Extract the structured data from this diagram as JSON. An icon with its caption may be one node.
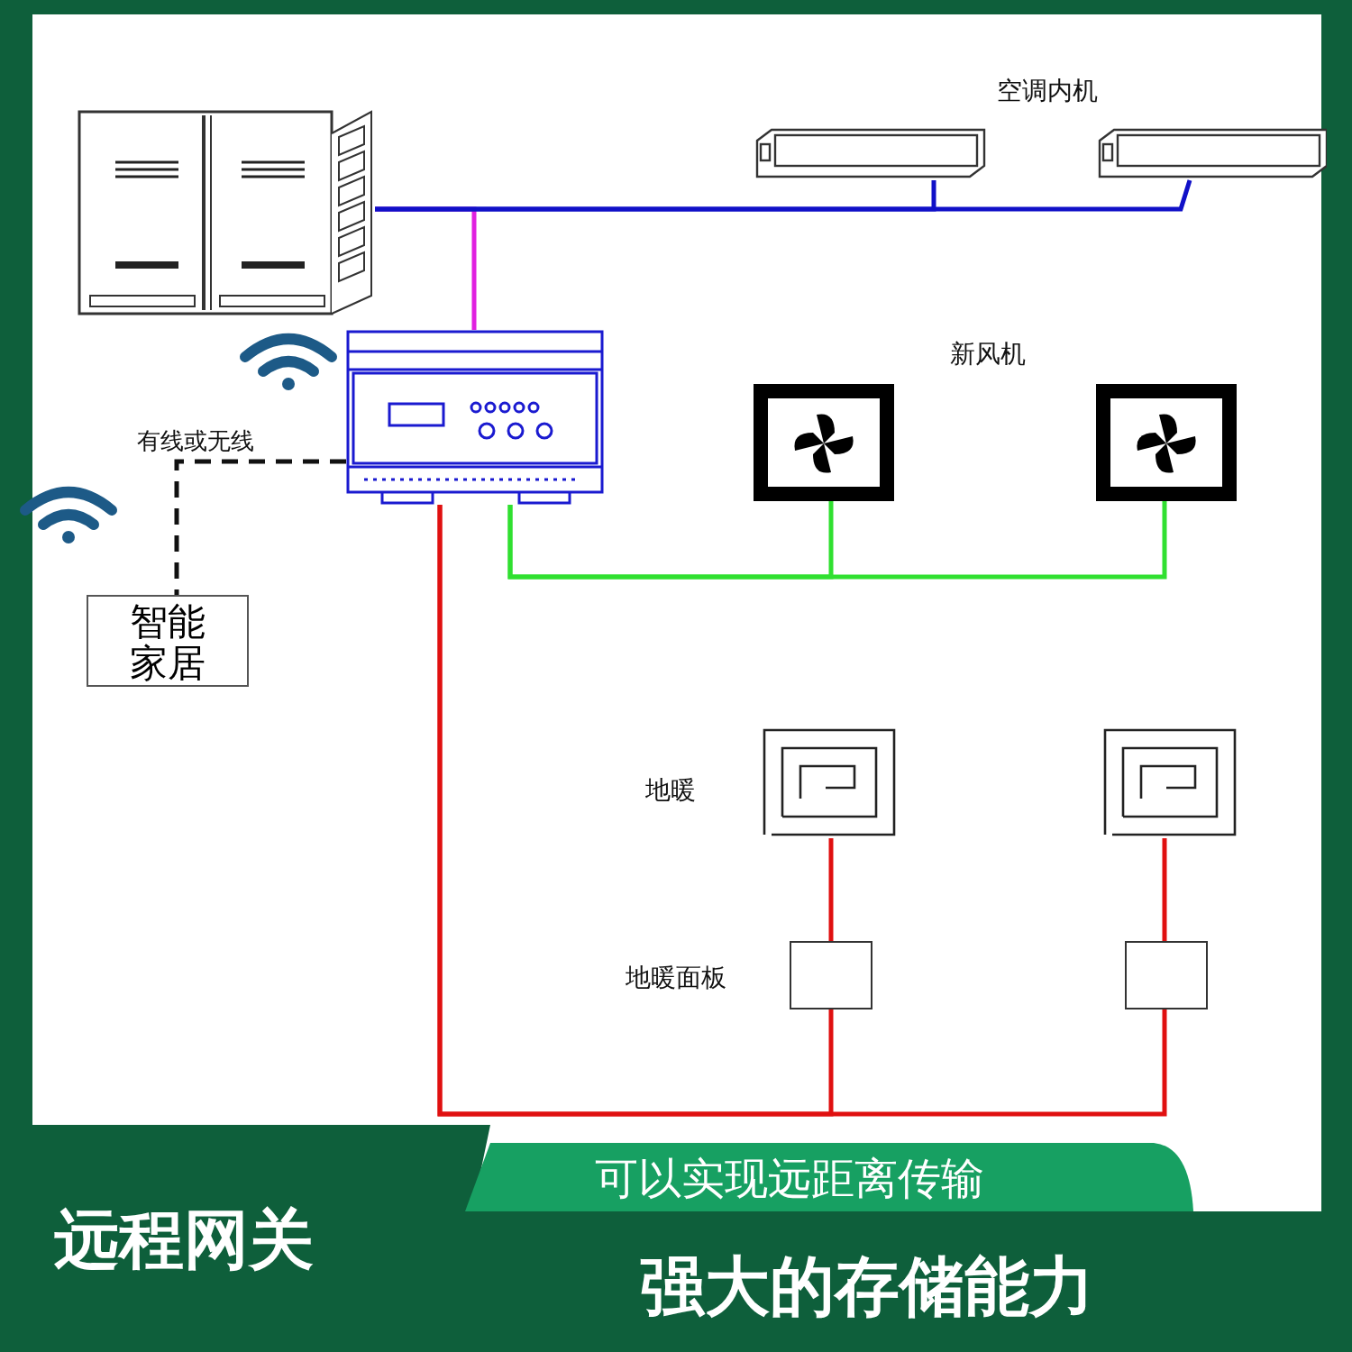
{
  "diagram": {
    "nodes": [
      {
        "text": [],
        "shape": "picture"
      },
      {
        "text": [],
        "shape": "picture"
      },
      {
        "text": [],
        "shape": "picture"
      },
      {
        "text": [],
        "shape": "picture"
      },
      {
        "text": [],
        "shape": "picture"
      },
      {
        "text": [],
        "shape": "picture"
      },
      {
        "text": [],
        "shape": "picture"
      },
      {
        "text": [],
        "shape": "picture"
      },
      {
        "text": [],
        "shape": "box"
      },
      {
        "text": [],
        "shape": "box"
      },
      {
        "text": [
          "智能家居"
        ]
      }
    ],
    "edges": [
      {
        "from": 1,
        "to": 0,
        "arrow": "none",
        "color": "#e020e0"
      },
      {
        "from": 0,
        "to": 2,
        "arrow": "none",
        "color": "#1010c8"
      },
      {
        "from": 0,
        "to": 3,
        "arrow": "none",
        "color": "#1010c8"
      },
      {
        "from": 1,
        "to": 4,
        "arrow": "none",
        "color": "#30e030"
      },
      {
        "from": 1,
        "to": 5,
        "arrow": "none",
        "color": "#30e030"
      },
      {
        "from": 1,
        "to": 8,
        "arrow": "none",
        "color": "#e01010"
      },
      {
        "from": 1,
        "to": 9,
        "arrow": "none",
        "color": "#e01010"
      },
      {
        "from": 8,
        "to": 6,
        "arrow": "none",
        "color": "#e01010"
      },
      {
        "from": 9,
        "to": 7,
        "arrow": "none",
        "color": "#e01010"
      },
      {
        "from": 1,
        "to": 10,
        "arrow": "none",
        "style": "dashed",
        "color": "#111111",
        "label": "有线或无线"
      }
    ],
    "labels": [
      "空调内机",
      "新风机",
      "地暖",
      "地暖面板",
      "可以实现远距离传输",
      "远程网关",
      "强大的存储能力"
    ]
  }
}
